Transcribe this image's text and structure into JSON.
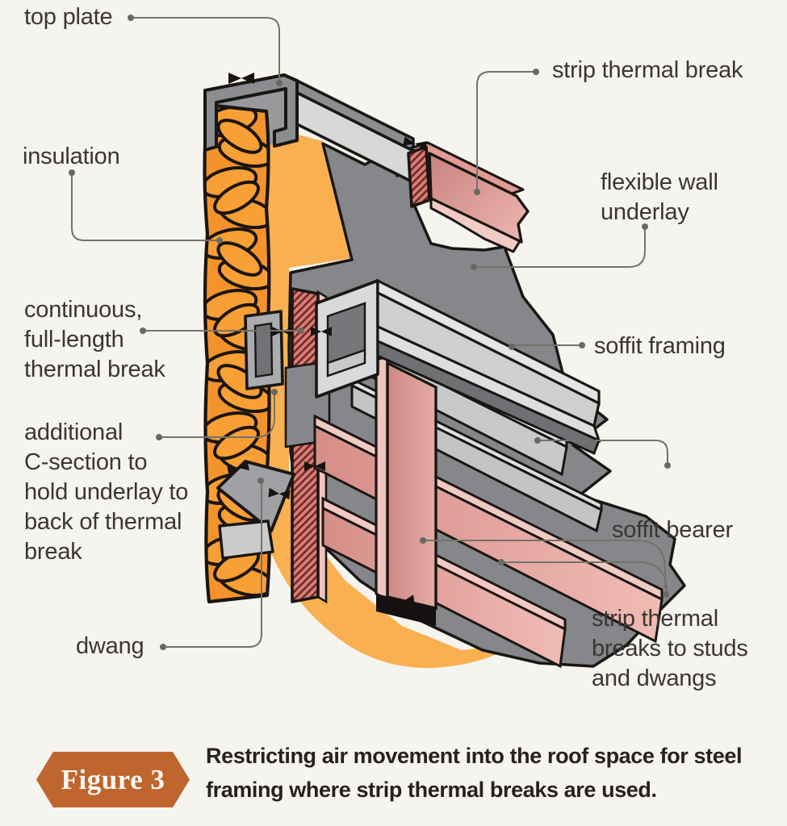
{
  "labels": {
    "top_plate": "top plate",
    "insulation": "insulation",
    "continuous_thermal_break": "continuous,\nfull-length\nthermal break",
    "additional_c_section": "additional\nC-section to\nhold underlay to\nback of thermal\nbreak",
    "dwang": "dwang",
    "strip_thermal_break": "strip thermal break",
    "flexible_wall_underlay": "flexible wall\nunderlay",
    "soffit_framing": "soffit framing",
    "soffit_bearer": "soffit bearer",
    "strip_thermal_breaks_studs": "strip thermal\nbreaks to studs\nand dwangs"
  },
  "figure": {
    "badge_label": "Figure 3",
    "caption_line1": "Restricting air movement into the roof space for steel",
    "caption_line2": "framing where strip thermal breaks are used."
  },
  "colors": {
    "background": "#f6f4ef",
    "badge_orange": "#bf652e",
    "insulation_orange": "#f6962d",
    "backing_orange": "#f9b050",
    "underlay_gray": "#85878a",
    "steel_light_gray": "#d6d8d9",
    "thermal_break_hatch_pink": "#d97d77",
    "strip_pink": "#e59a94",
    "outline_black": "#1a1613",
    "leader_gray": "#74726b",
    "label_text": "#3a3633"
  }
}
